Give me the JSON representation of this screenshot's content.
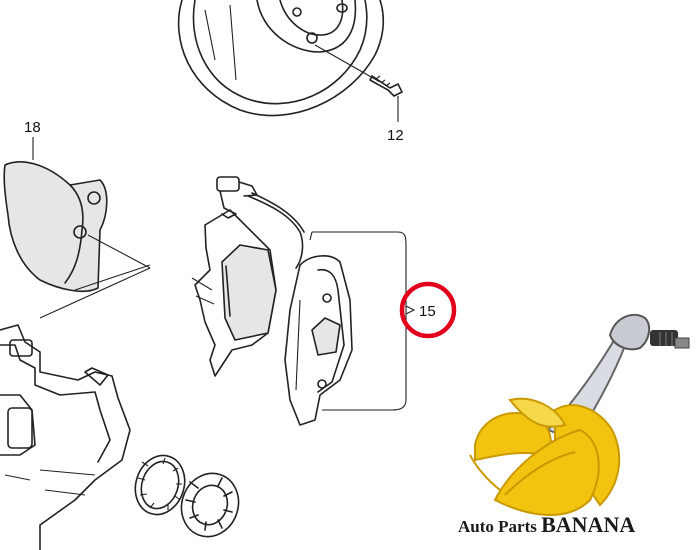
{
  "callouts": {
    "bolt": "12",
    "splash_shield": "18",
    "brake_pads": "15"
  },
  "watermark": {
    "text_prefix": "Auto Parts ",
    "text_brand": "BANANA"
  },
  "colors": {
    "highlight_circle": "#e0001b",
    "banana_yellow": "#f2c40f",
    "banana_dark": "#c99a00",
    "line_art": "#222222"
  },
  "icons": {
    "logo": "banana-with-control-arm-logo"
  }
}
